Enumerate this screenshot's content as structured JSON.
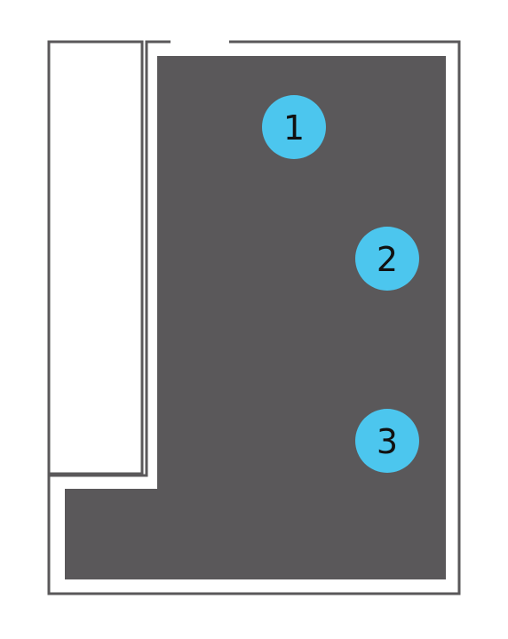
{
  "colors": {
    "background": "#ffffff",
    "outline": "#5a585a",
    "fill": "#5a585a",
    "marker": "#4cc6ee",
    "marker_text": "#111111"
  },
  "markers": [
    {
      "label": "1"
    },
    {
      "label": "2"
    },
    {
      "label": "3"
    }
  ]
}
